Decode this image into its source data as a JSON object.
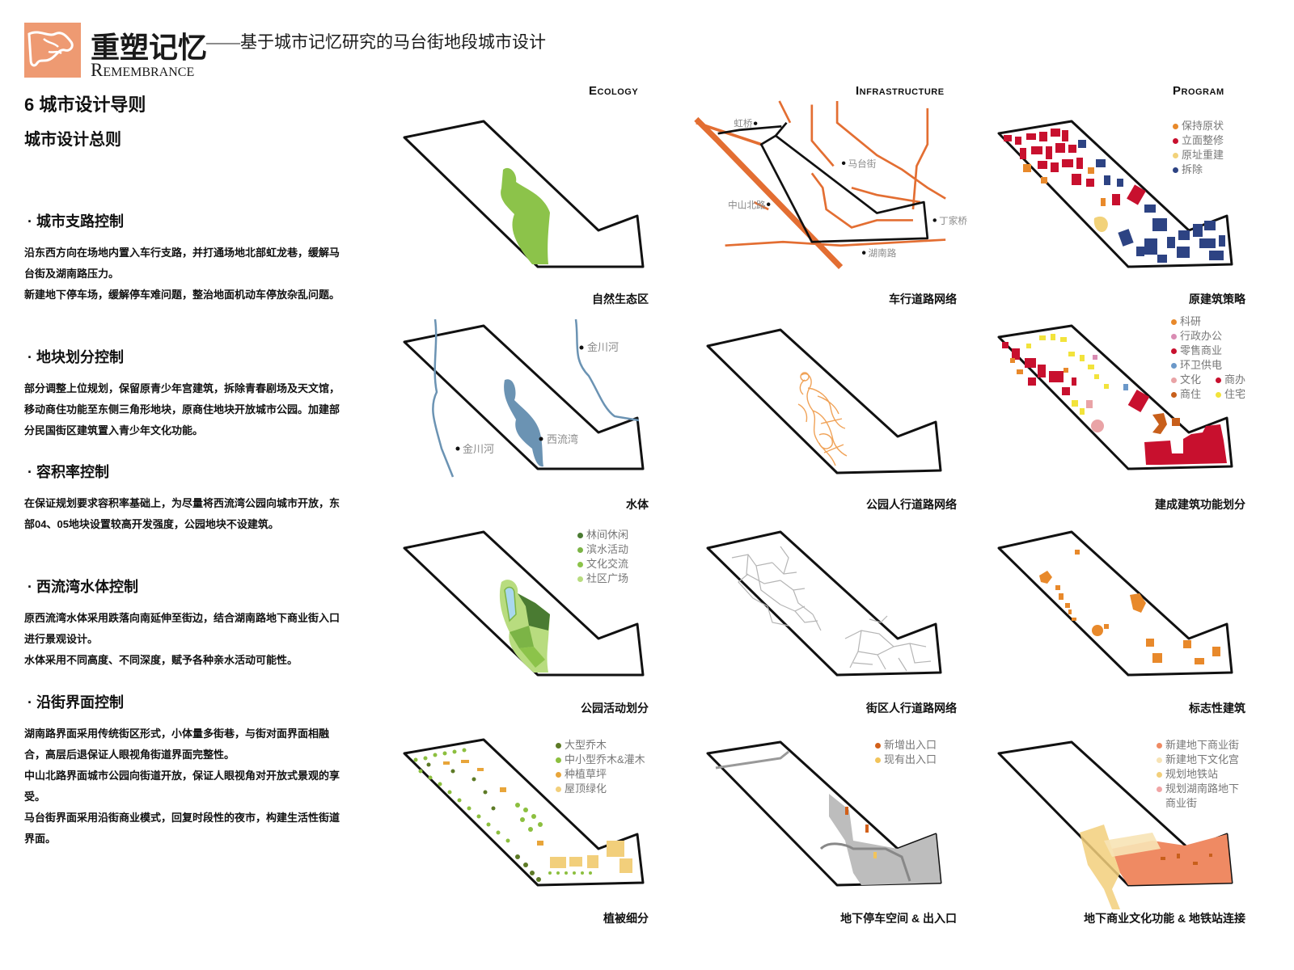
{
  "header": {
    "title_main": "重塑记忆",
    "title_sub": "——基于城市记忆研究的马台街地段城市设计",
    "title_en": "Remembrance",
    "section": "6 城市设计导则",
    "subsection": "城市设计总则"
  },
  "rules": [
    {
      "title": "· 城市支路控制",
      "paras": [
        "沿东西方向在场地内置入车行支路，并打通场地北部虹龙巷，缓解马台街及湖南路压力。",
        "新建地下停车场，缓解停车难问题，整治地面机动车停放杂乱问题。"
      ]
    },
    {
      "title": "· 地块划分控制",
      "paras": [
        "部分调整上位规划，保留原青少年宫建筑，拆除青春剧场及天文馆，移动商住功能至东侧三角形地块，原商住地块开放城市公园。加建部分民国街区建筑置入青少年文化功能。"
      ]
    },
    {
      "title": "· 容积率控制",
      "paras": [
        "在保证规划要求容积率基础上，为尽量将西流湾公园向城市开放，东部04、05地块设置较高开发强度，公园地块不设建筑。"
      ]
    },
    {
      "title": "· 西流湾水体控制",
      "paras": [
        "原西流湾水体采用跌落向南延伸至街边，结合湖南路地下商业街入口进行景观设计。",
        "水体采用不同高度、不同深度，赋予各种亲水活动可能性。"
      ]
    },
    {
      "title": "· 沿街界面控制",
      "paras": [
        "湖南路界面采用传统街区形式，小体量多街巷，与街对面界面相融合，高层后退保证人眼视角街道界面完整性。",
        "中山北路界面城市公园向街道开放，保证人眼视角对开放式景观的享受。",
        "马台街界面采用沿街商业模式，回复时段性的夜市，构建生活性街道界面。"
      ]
    }
  ],
  "columns": [
    "Ecology",
    "Infrastructure",
    "Program"
  ],
  "captions": {
    "r1c1": "自然生态区",
    "r1c2": "车行道路网络",
    "r1c3": "原建筑策略",
    "r2c1": "水体",
    "r2c2": "公园人行道路网络",
    "r2c3": "建成建筑功能划分",
    "r3c1": "公园活动划分",
    "r3c2": "街区人行道路网络",
    "r3c3": "标志性建筑",
    "r4c1": "植被细分",
    "r4c2": "地下停车空间 & 出入口",
    "r4c3": "地下商业文化功能 & 地铁站连接"
  },
  "map_labels": {
    "hongqiao": "虹桥",
    "matai": "马台街",
    "zhongshan": "中山北路",
    "dingjia": "丁家桥",
    "hunan": "湖南路",
    "jinchuan1": "金川河",
    "jinchuan2": "金川河",
    "xiliuwan": "西流湾"
  },
  "legends": {
    "r1c3": [
      {
        "label": "保持原状",
        "color": "#e8892b"
      },
      {
        "label": "立面整修",
        "color": "#c8102e"
      },
      {
        "label": "原址重建",
        "color": "#f2d27a"
      },
      {
        "label": "拆除",
        "color": "#2d4383"
      }
    ],
    "r2c3": [
      {
        "label": "科研",
        "color": "#e8892b"
      },
      {
        "label": "行政办公",
        "color": "#d98cb3"
      },
      {
        "label": "零售商业",
        "color": "#c8102e"
      },
      {
        "label": "环卫供电",
        "color": "#6b98c9"
      }
    ],
    "r2c3_pairs": [
      {
        "a": "文化",
        "ac": "#e9a3a6",
        "b": "商办",
        "bc": "#c8102e"
      },
      {
        "a": "商住",
        "ac": "#c85f1b",
        "b": "住宅",
        "bc": "#f2e33b"
      }
    ],
    "r3c1": [
      {
        "label": "林间休闲",
        "color": "#4a7b32"
      },
      {
        "label": "滨水活动",
        "color": "#7cb446"
      },
      {
        "label": "文化交流",
        "color": "#8cc34a"
      },
      {
        "label": "社区广场",
        "color": "#b8dc7f"
      }
    ],
    "r4c1": [
      {
        "label": "大型乔木",
        "color": "#5d7a26"
      },
      {
        "label": "中小型乔木&灌木",
        "color": "#8cbf3f"
      },
      {
        "label": "种植草坪",
        "color": "#e8a53a"
      },
      {
        "label": "屋顶绿化",
        "color": "#f2cf7b"
      }
    ],
    "r4c2": [
      {
        "label": "新增出入口",
        "color": "#d2601a"
      },
      {
        "label": "现有出入口",
        "color": "#f2c45a"
      }
    ],
    "r4c3": [
      {
        "label": "新建地下商业街",
        "color": "#ef8a63"
      },
      {
        "label": "新建地下文化宫",
        "color": "#f7e3b5"
      },
      {
        "label": "规划地铁站",
        "color": "#f2cf7b"
      },
      {
        "label": "规划湖南路地下",
        "color": "#f0a5a5"
      },
      {
        "label": "商业街",
        "color": ""
      }
    ]
  }
}
